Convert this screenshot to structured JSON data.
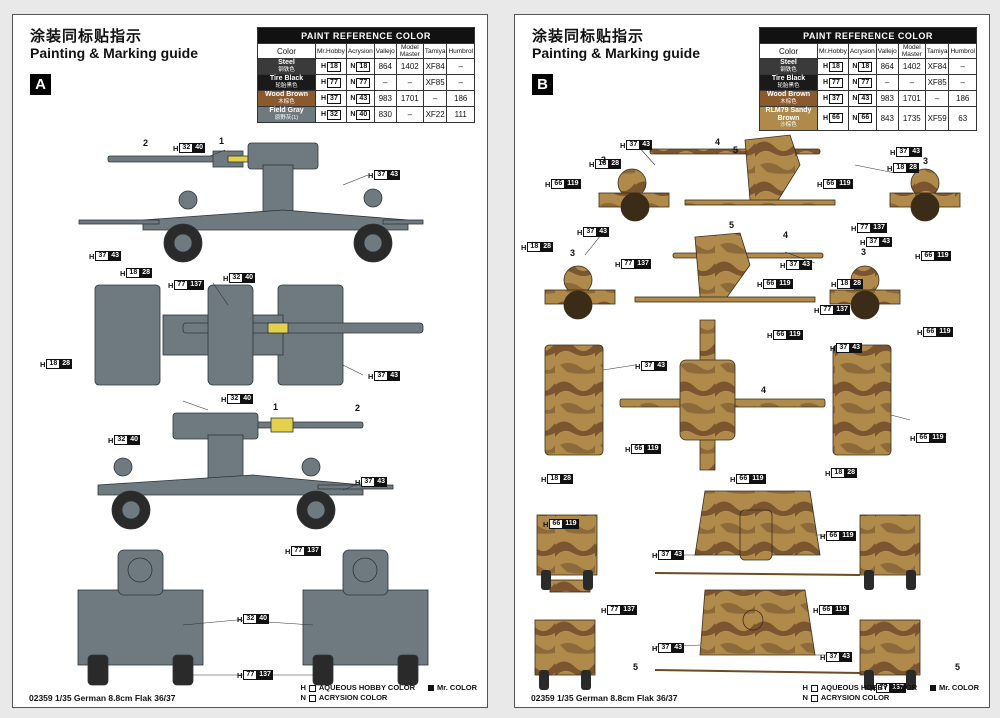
{
  "pages": [
    {
      "title_zh": "涂装同标贴指示",
      "title_en": "Painting & Marking guide",
      "letter": "A",
      "footer": "02359 1/35 German 8.8cm Flak 36/37",
      "table": {
        "heading": "PAINT  REFERENCE COLOR",
        "columns": [
          "Color",
          "Mr.Hobby",
          "Acrysion",
          "Vallejo",
          "Model Master",
          "Tamiya",
          "Humbrol"
        ],
        "rows": [
          {
            "name": "Steel",
            "name_zh": "钢铁色",
            "swatch": "#3a3a3a",
            "h": "H",
            "hobby": "18",
            "acry_n": "N",
            "acry": "18",
            "vallejo": "864",
            "mm": "1402",
            "tamiya": "XF84",
            "humbrol": "–"
          },
          {
            "name": "Tire Black",
            "name_zh": "轮胎黑色",
            "swatch": "#1a1a1a",
            "h": "H",
            "hobby": "77",
            "acry_n": "N",
            "acry": "77",
            "vallejo": "–",
            "mm": "–",
            "tamiya": "XF85",
            "humbrol": "–"
          },
          {
            "name": "Wood Brown",
            "name_zh": "木棕色",
            "swatch": "#8a5a2e",
            "h": "H",
            "hobby": "37",
            "acry_n": "N",
            "acry": "43",
            "vallejo": "983",
            "mm": "1701",
            "tamiya": "–",
            "humbrol": "186"
          },
          {
            "name": "Field Gray",
            "name_zh": "原野灰(1)",
            "swatch": "#6f7a80",
            "h": "H",
            "hobby": "32",
            "acry_n": "N",
            "acry": "40",
            "vallejo": "830",
            "mm": "–",
            "tamiya": "XF22",
            "humbrol": "111"
          }
        ]
      },
      "callouts": [
        {
          "h": "H",
          "a": "32",
          "b": "40"
        },
        {
          "h": "H",
          "a": "37",
          "b": "43"
        },
        {
          "h": "H",
          "a": "37",
          "b": "43"
        },
        {
          "h": "H",
          "a": "18",
          "b": "28"
        },
        {
          "h": "H",
          "a": "77",
          "b": "137"
        },
        {
          "h": "H",
          "a": "32",
          "b": "40"
        },
        {
          "h": "H",
          "a": "18",
          "b": "28"
        },
        {
          "h": "H",
          "a": "37",
          "b": "43"
        },
        {
          "h": "H",
          "a": "32",
          "b": "40"
        },
        {
          "h": "H",
          "a": "32",
          "b": "40"
        },
        {
          "h": "H",
          "a": "37",
          "b": "43"
        },
        {
          "h": "H",
          "a": "77",
          "b": "137"
        },
        {
          "h": "H",
          "a": "32",
          "b": "40"
        },
        {
          "h": "H",
          "a": "77",
          "b": "137"
        }
      ],
      "numbers": [
        "2",
        "1",
        "1",
        "2"
      ]
    },
    {
      "title_zh": "涂装同标贴指示",
      "title_en": "Painting & Marking guide",
      "letter": "B",
      "footer": "02359 1/35 German 8.8cm Flak 36/37",
      "table": {
        "heading": "PAINT  REFERENCE COLOR",
        "columns": [
          "Color",
          "Mr.Hobby",
          "Acrysion",
          "Vallejo",
          "Model Master",
          "Tamiya",
          "Humbrol"
        ],
        "rows": [
          {
            "name": "Steel",
            "name_zh": "钢铁色",
            "swatch": "#3a3a3a",
            "h": "H",
            "hobby": "18",
            "acry_n": "N",
            "acry": "18",
            "vallejo": "864",
            "mm": "1402",
            "tamiya": "XF84",
            "humbrol": "–"
          },
          {
            "name": "Tire Black",
            "name_zh": "轮胎黑色",
            "swatch": "#1a1a1a",
            "h": "H",
            "hobby": "77",
            "acry_n": "N",
            "acry": "77",
            "vallejo": "–",
            "mm": "–",
            "tamiya": "XF85",
            "humbrol": "–"
          },
          {
            "name": "Wood Brown",
            "name_zh": "木棕色",
            "swatch": "#8a5a2e",
            "h": "H",
            "hobby": "37",
            "acry_n": "N",
            "acry": "43",
            "vallejo": "983",
            "mm": "1701",
            "tamiya": "–",
            "humbrol": "186"
          },
          {
            "name": "RLM79 Sandy Brown",
            "name_zh": "沙棕色",
            "swatch": "#b08a4a",
            "h": "H",
            "hobby": "66",
            "acry_n": "N",
            "acry": "66",
            "vallejo": "843",
            "mm": "1735",
            "tamiya": "XF59",
            "humbrol": "63"
          }
        ]
      },
      "callouts": [
        {
          "h": "H",
          "a": "37",
          "b": "43"
        },
        {
          "h": "H",
          "a": "18",
          "b": "28"
        },
        {
          "h": "H",
          "a": "66",
          "b": "119"
        },
        {
          "h": "H",
          "a": "37",
          "b": "43"
        },
        {
          "h": "H",
          "a": "66",
          "b": "119"
        },
        {
          "h": "H",
          "a": "18",
          "b": "28"
        },
        {
          "h": "H",
          "a": "66",
          "b": "119"
        },
        {
          "h": "H",
          "a": "37",
          "b": "43"
        },
        {
          "h": "H",
          "a": "77",
          "b": "137"
        },
        {
          "h": "H",
          "a": "18",
          "b": "28"
        },
        {
          "h": "H",
          "a": "37",
          "b": "43"
        },
        {
          "h": "H",
          "a": "66",
          "b": "119"
        },
        {
          "h": "H",
          "a": "77",
          "b": "137"
        },
        {
          "h": "H",
          "a": "37",
          "b": "43"
        },
        {
          "h": "H",
          "a": "18",
          "b": "28"
        },
        {
          "h": "H",
          "a": "66",
          "b": "119"
        },
        {
          "h": "H",
          "a": "77",
          "b": "137"
        },
        {
          "h": "H",
          "a": "66",
          "b": "119"
        },
        {
          "h": "H",
          "a": "37",
          "b": "43"
        },
        {
          "h": "H",
          "a": "37",
          "b": "43"
        },
        {
          "h": "H",
          "a": "66",
          "b": "119"
        },
        {
          "h": "H",
          "a": "18",
          "b": "28"
        },
        {
          "h": "H",
          "a": "66",
          "b": "119"
        },
        {
          "h": "H",
          "a": "66",
          "b": "119"
        },
        {
          "h": "H",
          "a": "18",
          "b": "28"
        },
        {
          "h": "H",
          "a": "66",
          "b": "119"
        },
        {
          "h": "H",
          "a": "37",
          "b": "43"
        },
        {
          "h": "H",
          "a": "77",
          "b": "137"
        },
        {
          "h": "H",
          "a": "66",
          "b": "119"
        },
        {
          "h": "H",
          "a": "37",
          "b": "43"
        },
        {
          "h": "H",
          "a": "37",
          "b": "43"
        },
        {
          "h": "H",
          "a": "77",
          "b": "137"
        },
        {
          "h": "H",
          "a": "66",
          "b": "119"
        }
      ],
      "numbers": [
        "4",
        "5",
        "3",
        "3",
        "5",
        "4",
        "3",
        "3",
        "4",
        "5",
        "5"
      ]
    }
  ],
  "legend": {
    "hobby_prefix": "H",
    "hobby_label": "AQUEOUS HOBBY COLOR",
    "acry_prefix": "N",
    "acry_label": "ACRYSION COLOR",
    "mr_label": "Mr. COLOR"
  },
  "colors": {
    "field_gray": "#6f7a80",
    "sandy": "#b08a4a",
    "brown": "#7a5530",
    "yellow_band": "#e3d14b"
  }
}
